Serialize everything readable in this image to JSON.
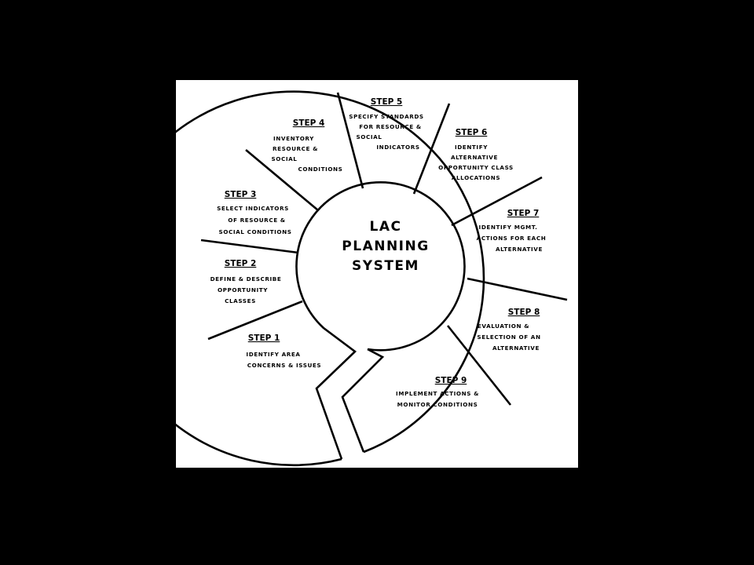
{
  "diagram": {
    "center": {
      "lines": [
        "LAC",
        "PLANNING",
        "SYSTEM"
      ]
    },
    "steps": [
      {
        "title": "STEP 1",
        "lines": [
          "IDENTIFY AREA",
          "CONCERNS & ISSUES"
        ]
      },
      {
        "title": "STEP 2",
        "lines": [
          "DEFINE & DESCRIBE",
          "OPPORTUNITY",
          "CLASSES"
        ]
      },
      {
        "title": "STEP 3",
        "lines": [
          "SELECT INDICATORS",
          "OF RESOURCE &",
          "SOCIAL CONDITIONS"
        ]
      },
      {
        "title": "STEP 4",
        "lines": [
          "INVENTORY",
          "RESOURCE &",
          "SOCIAL",
          "CONDITIONS"
        ]
      },
      {
        "title": "STEP 5",
        "lines": [
          "SPECIFY STANDARDS",
          "FOR RESOURCE &",
          "SOCIAL",
          "INDICATORS"
        ]
      },
      {
        "title": "STEP 6",
        "lines": [
          "IDENTIFY",
          "ALTERNATIVE",
          "OPPORTUNITY CLASS",
          "ALLOCATIONS"
        ]
      },
      {
        "title": "STEP 7",
        "lines": [
          "IDENTIFY MGMT.",
          "ACTIONS FOR EACH",
          "ALTERNATIVE"
        ]
      },
      {
        "title": "STEP 8",
        "lines": [
          "EVALUATION &",
          "SELECTION OF AN",
          "ALTERNATIVE"
        ]
      },
      {
        "title": "STEP 9",
        "lines": [
          "IMPLEMENT ACTIONS &",
          "MONITOR CONDITIONS"
        ]
      }
    ]
  }
}
